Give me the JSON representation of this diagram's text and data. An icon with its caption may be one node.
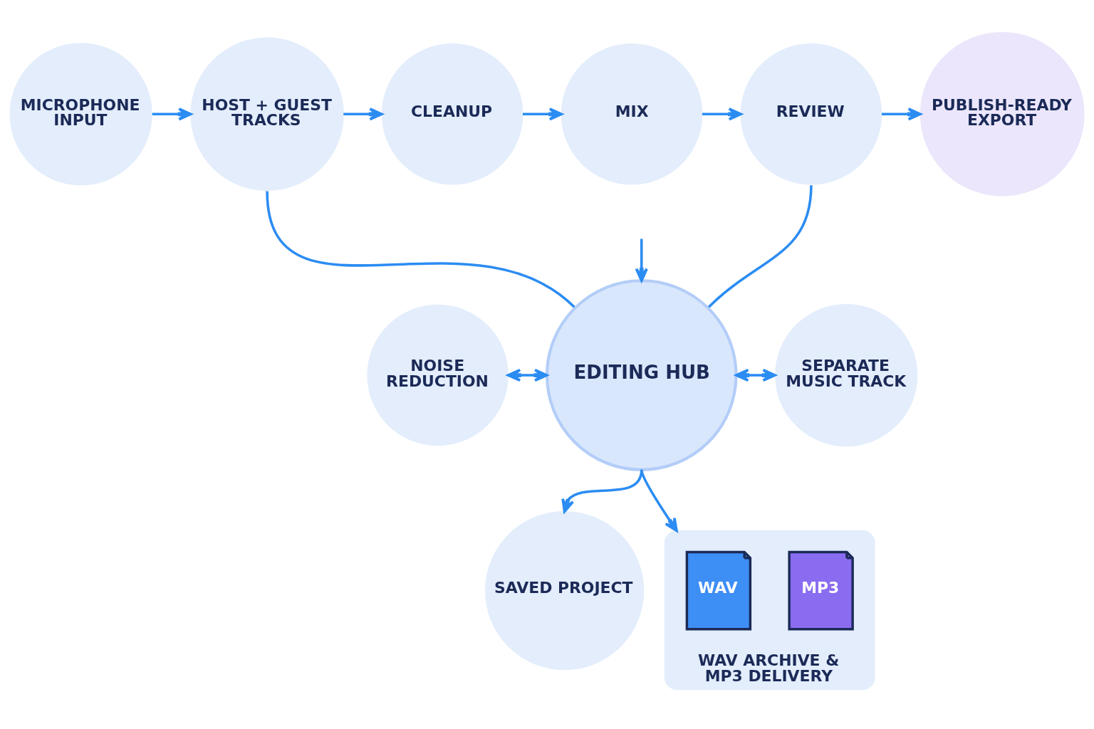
{
  "diagram": {
    "nodes": [
      {
        "text": [
          "MICROPHONE INPUT"
        ]
      },
      {
        "text": [
          "HOST + GUEST TRACKS"
        ]
      },
      {
        "text": [
          "CLEANUP"
        ]
      },
      {
        "text": [
          "MIX"
        ]
      },
      {
        "text": [
          "REVIEW"
        ]
      },
      {
        "text": [
          "PUBLISH-READY EXPORT"
        ]
      },
      {
        "text": [
          "NOISE REDUCTION"
        ]
      },
      {
        "text": [
          "EDITING HUB"
        ]
      },
      {
        "text": [
          "SEPARATE MUSIC TRACK"
        ]
      },
      {
        "text": [
          "SAVED PROJECT"
        ]
      },
      {
        "text": [
          "WAV ARCHIVE & MP3 DELIVERY"
        ]
      },
      {
        "text": [
          "WAV"
        ],
        "in": 10
      },
      {
        "text": [
          "MP3"
        ],
        "in": 10
      }
    ],
    "edges": [
      {
        "from": 0,
        "to": 1,
        "arrow": "to"
      },
      {
        "from": 1,
        "to": 2,
        "arrow": "to"
      },
      {
        "from": 2,
        "to": 3,
        "arrow": "to"
      },
      {
        "from": 3,
        "to": 4,
        "arrow": "to"
      },
      {
        "from": 4,
        "to": 5,
        "arrow": "to"
      },
      {
        "from": 1,
        "to": 7,
        "arrow": "none"
      },
      {
        "from": null,
        "to": 7,
        "arrow": "to"
      },
      {
        "from": 4,
        "to": 7,
        "arrow": "none"
      },
      {
        "from": 6,
        "to": 7,
        "arrow": "both"
      },
      {
        "from": 7,
        "to": 8,
        "arrow": "both"
      },
      {
        "from": 7,
        "to": 9,
        "arrow": "to"
      },
      {
        "from": 7,
        "to": 10,
        "arrow": "to"
      }
    ]
  }
}
